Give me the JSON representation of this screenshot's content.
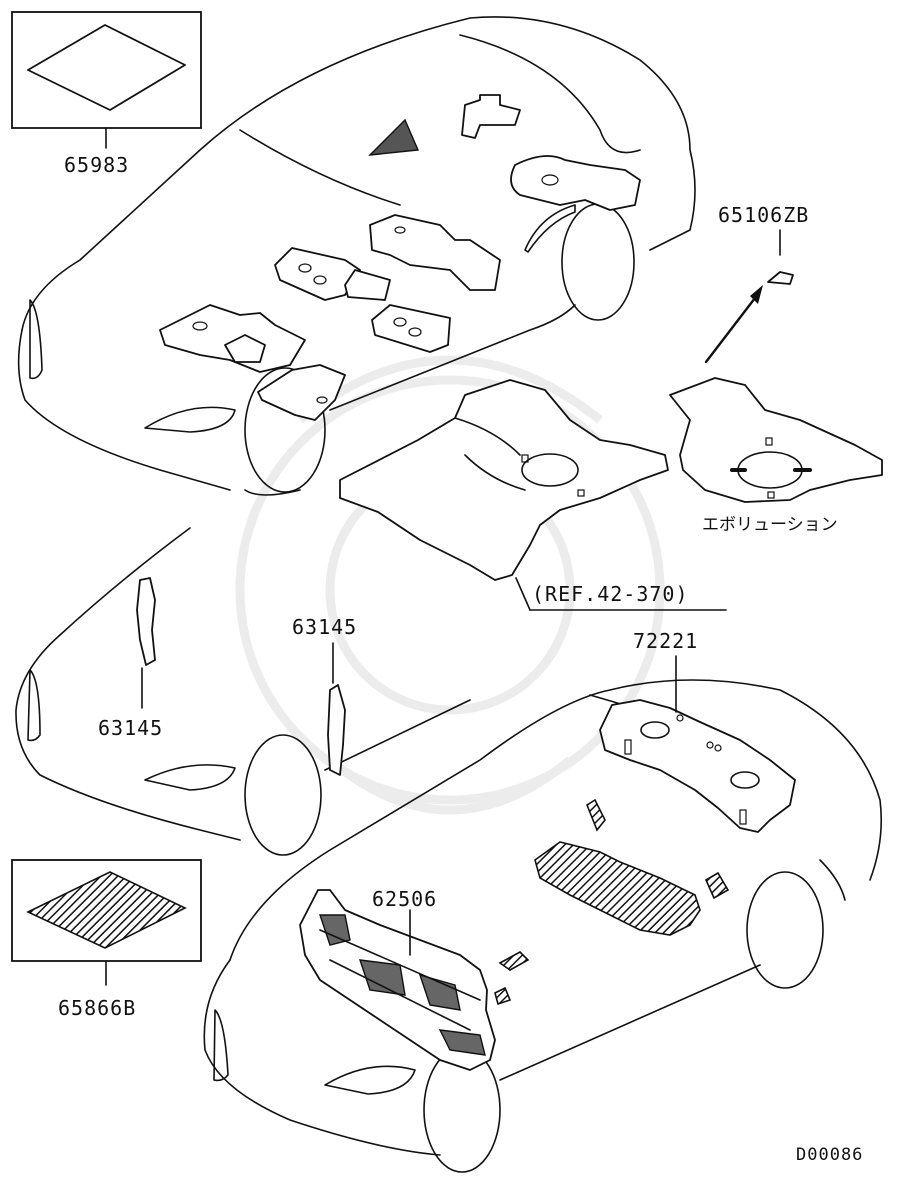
{
  "labels": {
    "p65983": "65983",
    "p65106zb": "65106ZB",
    "evolution": "エボリューション",
    "ref": "(REF.42-370)",
    "p63145_a": "63145",
    "p63145_b": "63145",
    "p72221": "72221",
    "p62506": "62506",
    "p65866b": "65866B",
    "code": "D00086"
  }
}
